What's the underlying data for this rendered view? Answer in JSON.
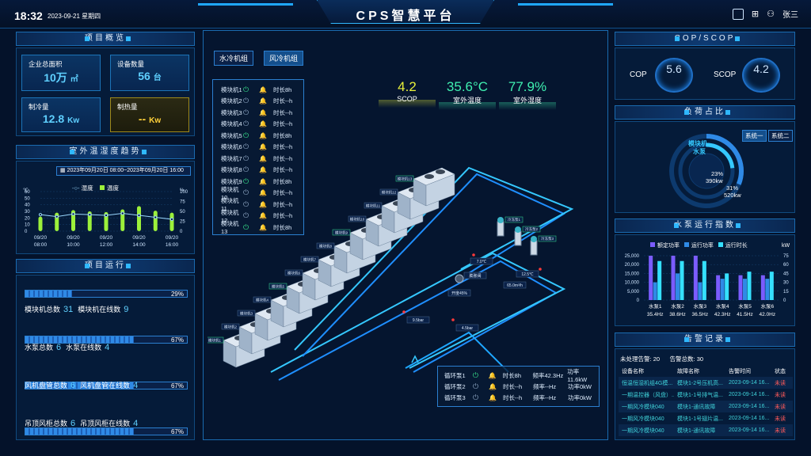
{
  "header": {
    "time": "18:32",
    "date": "2023-09-21 星期四",
    "title": "CPS智慧平台",
    "user": "张三"
  },
  "overview": {
    "title": "项目概览",
    "cards": [
      {
        "label": "企业总面积",
        "value": "10万",
        "unit": "㎡"
      },
      {
        "label": "设备数量",
        "value": "56",
        "unit": "台"
      },
      {
        "label": "制冷量",
        "value": "12.8",
        "unit": "Kw"
      },
      {
        "label": "制热量",
        "value": "--",
        "unit": "Kw"
      }
    ]
  },
  "trend": {
    "title": "室外温湿度趋势",
    "range": "2023年09月20日 08:00~2023年09月20日 16:00",
    "legend_humidity": "湿度",
    "legend_temp": "温度",
    "y_left_unit": "℃",
    "y_right_unit": "%"
  },
  "chart_data": [
    {
      "type": "bar",
      "title": "室外温湿度趋势",
      "x": [
        "09/20 08:00",
        "",
        "09/20 10:00",
        "",
        "09/20 12:00",
        "",
        "09/20 14:00",
        "",
        "09/20 16:00"
      ],
      "y_left_ticks": [
        0,
        10,
        20,
        30,
        40,
        50,
        60
      ],
      "y_right_ticks": [
        0,
        25,
        50,
        75,
        100
      ],
      "ylim_left": [
        0,
        60
      ],
      "series": [
        {
          "name": "温度",
          "type": "bar",
          "values": [
            22,
            28,
            32,
            30,
            29,
            33,
            38,
            31,
            28
          ]
        },
        {
          "name": "湿度",
          "type": "line",
          "values": [
            25,
            22,
            26,
            25,
            24,
            27,
            24,
            21,
            18
          ]
        }
      ],
      "grid": true,
      "legend": "top-center"
    },
    {
      "type": "bar",
      "title": "水泵运行指数",
      "categories": [
        "水泵1\n35.4Hz",
        "水泵2\n38.6Hz",
        "水泵3\n36.5Hz",
        "水泵4\n42.3Hz",
        "水泵5\n41.5Hz",
        "水泵6\n42.0Hz"
      ],
      "category_names": [
        "水泵1",
        "水泵2",
        "水泵3",
        "水泵4",
        "水泵5",
        "水泵6"
      ],
      "category_freq": [
        "35.4Hz",
        "38.6Hz",
        "36.5Hz",
        "42.3Hz",
        "41.5Hz",
        "42.0Hz"
      ],
      "ylim_left": [
        0,
        25000
      ],
      "y_left_ticks": [
        0,
        5000,
        10000,
        15000,
        20000,
        25000
      ],
      "y_right_ticks": [
        0,
        15,
        30,
        45,
        60,
        75
      ],
      "y_right_unit": "kW",
      "series": [
        {
          "name": "额定功率",
          "values": [
            25000,
            25000,
            25000,
            14000,
            14000,
            14000
          ]
        },
        {
          "name": "运行功率",
          "values": [
            10000,
            15000,
            10000,
            12000,
            12000,
            12000
          ]
        },
        {
          "name": "运行时长",
          "values": [
            22000,
            22000,
            22000,
            15000,
            16000,
            16000
          ]
        }
      ],
      "colors": [
        "#7b5cff",
        "#2f8ae6",
        "#35e0ff"
      ],
      "legend": "top"
    }
  ],
  "run": {
    "title": "项目运行",
    "groups": [
      {
        "pct": "29%",
        "fill": 0.29,
        "a_label": "模块机总数",
        "a_val": "31",
        "b_label": "模块机在线数",
        "b_val": "9"
      },
      {
        "pct": "67%",
        "fill": 0.67,
        "a_label": "水泵总数",
        "a_val": "6",
        "b_label": "水泵在线数",
        "b_val": "4"
      },
      {
        "pct": "67%",
        "fill": 0.67,
        "a_label": "风机盘管总数",
        "a_val": "6",
        "b_label": "风机盘管在线数",
        "b_val": "4"
      },
      {
        "pct": "67%",
        "fill": 0.67,
        "a_label": "吊顶风柜总数",
        "a_val": "6",
        "b_label": "吊顶风柜在线数",
        "b_val": "4"
      }
    ]
  },
  "center": {
    "tabs": [
      "水冷机组",
      "风冷机组"
    ],
    "modules": [
      {
        "name": "模块机1",
        "on": true,
        "dur": "时长8h"
      },
      {
        "name": "模块机2",
        "on": false,
        "dur": "时长--h"
      },
      {
        "name": "模块机3",
        "on": false,
        "dur": "时长--h"
      },
      {
        "name": "模块机4",
        "on": false,
        "dur": "时长--h"
      },
      {
        "name": "模块机5",
        "on": true,
        "dur": "时长8h"
      },
      {
        "name": "模块机6",
        "on": false,
        "dur": "时长--h"
      },
      {
        "name": "模块机7",
        "on": false,
        "dur": "时长--h"
      },
      {
        "name": "模块机8",
        "on": false,
        "dur": "时长--h"
      },
      {
        "name": "模块机9",
        "on": true,
        "dur": "时长8h"
      },
      {
        "name": "模块机10",
        "on": false,
        "dur": "时长--h"
      },
      {
        "name": "模块机11",
        "on": false,
        "dur": "时长--h"
      },
      {
        "name": "模块机12",
        "on": false,
        "dur": "时长--h"
      },
      {
        "name": "模块机13",
        "on": true,
        "dur": "时长8h"
      }
    ],
    "kpis": [
      {
        "value": "4.2",
        "label": "SCOP",
        "color": "#e8f03a"
      },
      {
        "value": "35.6°C",
        "label": "室外温度",
        "color": "#3ff0b0"
      },
      {
        "value": "77.9%",
        "label": "室外湿度",
        "color": "#3ff0b0"
      }
    ],
    "pipe_labels": {
      "t1": "7.0℃",
      "t2": "12.5℃",
      "flow": "65.0m³/h",
      "valve": "开度45%",
      "p1": "9.5bar",
      "p2": "4.5bar",
      "exp": "膨胀阀",
      "pump1": "冷冻泵1",
      "pump2": "冷冻泵2",
      "pump3": "冷冻泵3"
    },
    "unit_labels": [
      "模块机1",
      "模块机2",
      "模块机3",
      "模块机4",
      "模块机5",
      "模块机6",
      "模块机7",
      "模块机8",
      "模块机9",
      "模块机10",
      "模块机11",
      "模块机12",
      "模块机13"
    ],
    "pumps": [
      {
        "name": "循环泵1",
        "on": true,
        "dur": "时长8h",
        "freq": "频率42.3Hz",
        "power": "功率11.6kW"
      },
      {
        "name": "循环泵2",
        "on": false,
        "dur": "时长--h",
        "freq": "频率--Hz",
        "power": "功率0kW"
      },
      {
        "name": "循环泵3",
        "on": false,
        "dur": "时长--h",
        "freq": "频率--Hz",
        "power": "功率0kW"
      }
    ]
  },
  "cop": {
    "title": "COP/SCOP",
    "cop_label": "COP",
    "cop_val": "5.6",
    "scop_label": "SCOP",
    "scop_val": "4.2"
  },
  "load": {
    "title": "负荷占比",
    "sys_tabs": [
      "系统一",
      "系统二"
    ],
    "legend_a": "模块机",
    "legend_b": "水泵",
    "a_pct": "23%",
    "a_kw": "390kw",
    "b_pct": "31%",
    "b_kw": "520kw"
  },
  "pump_index": {
    "title": "水泵运行指数",
    "legend": [
      "额定功率",
      "运行功率",
      "运行时长"
    ],
    "unit": "kW"
  },
  "alarms": {
    "title": "告警记录",
    "unhandled_label": "未处理告警:",
    "unhandled": "20",
    "total_label": "告警总数:",
    "total": "30",
    "headers": [
      "设备名称",
      "故障名称",
      "告警时间",
      "状态"
    ],
    "rows": [
      [
        "恒温恒湿机组4G模...",
        "模块1-2号压机高...",
        "2023-09-14 16...",
        "未读"
      ],
      [
        "一期温控器（风盘）...",
        "模块1-1号排气温...",
        "2023-09-14 16...",
        "未读"
      ],
      [
        "一期风冷模块040",
        "模块1-通讯故障",
        "2023-09-14 16...",
        "未读"
      ],
      [
        "一期风冷模块040",
        "模块1-1号翅片温...",
        "2023-09-14 16...",
        "未读"
      ],
      [
        "一期风冷模块040",
        "模块1-通讯故障",
        "2023-09-14 16...",
        "未读"
      ]
    ]
  }
}
